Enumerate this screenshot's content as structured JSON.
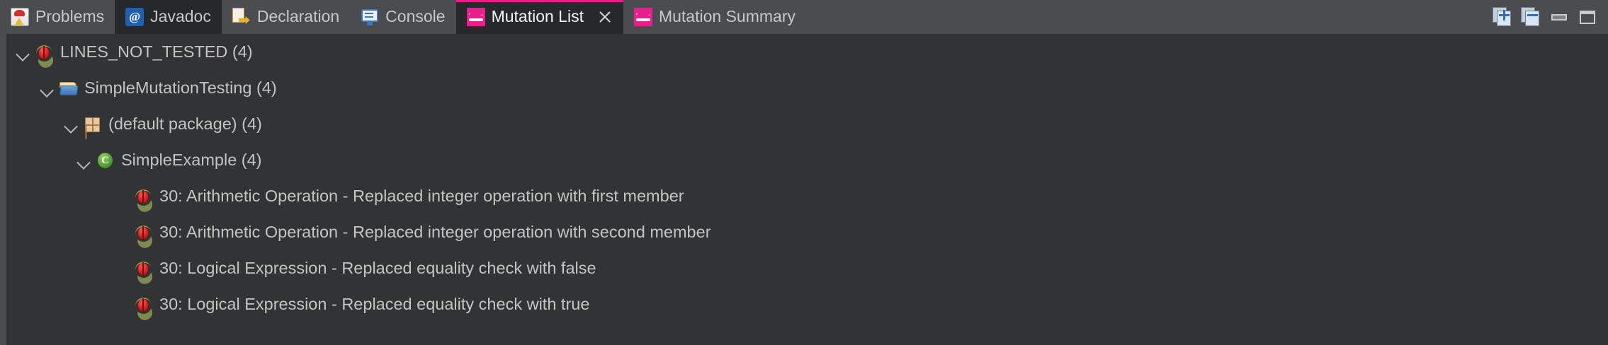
{
  "window": {
    "background": "#313335",
    "tabbar_background": "#4a4c50",
    "active_tab_background": "#26282b",
    "accent_color": "#e91e8c",
    "text_color": "#c4c4c4"
  },
  "tabs": [
    {
      "label": "Problems",
      "icon": "problems-icon",
      "active": false,
      "closable": false
    },
    {
      "label": "Javadoc",
      "icon": "javadoc-icon",
      "active": false,
      "closable": false,
      "glyph": "@"
    },
    {
      "label": "Declaration",
      "icon": "declaration-icon",
      "active": false,
      "closable": false
    },
    {
      "label": "Console",
      "icon": "console-icon",
      "active": false,
      "closable": false
    },
    {
      "label": "Mutation List",
      "icon": "mutation-icon",
      "active": true,
      "closable": true
    },
    {
      "label": "Mutation Summary",
      "icon": "mutation-icon",
      "active": false,
      "closable": false
    }
  ],
  "toolbar": {
    "expand_all": "expand-all-icon",
    "collapse_all": "collapse-all-icon",
    "minimize": "minimize-icon",
    "maximize": "maximize-icon"
  },
  "tree": {
    "rows": [
      {
        "label": "LINES_NOT_TESTED (4)",
        "name": "LINES_NOT_TESTED",
        "count": 4,
        "level": 0,
        "icon": "bug-icon",
        "expanded": true,
        "has_twisty": true
      },
      {
        "label": "SimpleMutationTesting (4)",
        "name": "SimpleMutationTesting",
        "count": 4,
        "level": 1,
        "icon": "project-folder-icon",
        "expanded": true,
        "has_twisty": true
      },
      {
        "label": "(default package) (4)",
        "name": "(default package)",
        "count": 4,
        "level": 2,
        "icon": "package-icon",
        "expanded": true,
        "has_twisty": true
      },
      {
        "label": "SimpleExample (4)",
        "name": "SimpleExample",
        "count": 4,
        "level": 3,
        "icon": "class-icon",
        "expanded": true,
        "has_twisty": true
      },
      {
        "label": "30: Arithmetic Operation - Replaced integer operation with first member",
        "line": 30,
        "mutator": "Arithmetic Operation",
        "description": "Replaced integer operation with first member",
        "level": 4,
        "icon": "bug-icon",
        "has_twisty": false
      },
      {
        "label": "30: Arithmetic Operation - Replaced integer operation with second member",
        "line": 30,
        "mutator": "Arithmetic Operation",
        "description": "Replaced integer operation with second member",
        "level": 4,
        "icon": "bug-icon",
        "has_twisty": false
      },
      {
        "label": "30: Logical Expression - Replaced equality check with false",
        "line": 30,
        "mutator": "Logical Expression",
        "description": "Replaced equality check with false",
        "level": 4,
        "icon": "bug-icon",
        "has_twisty": false
      },
      {
        "label": "30: Logical Expression - Replaced equality check with true",
        "line": 30,
        "mutator": "Logical Expression",
        "description": "Replaced equality check with true",
        "level": 4,
        "icon": "bug-icon",
        "has_twisty": false
      }
    ]
  }
}
